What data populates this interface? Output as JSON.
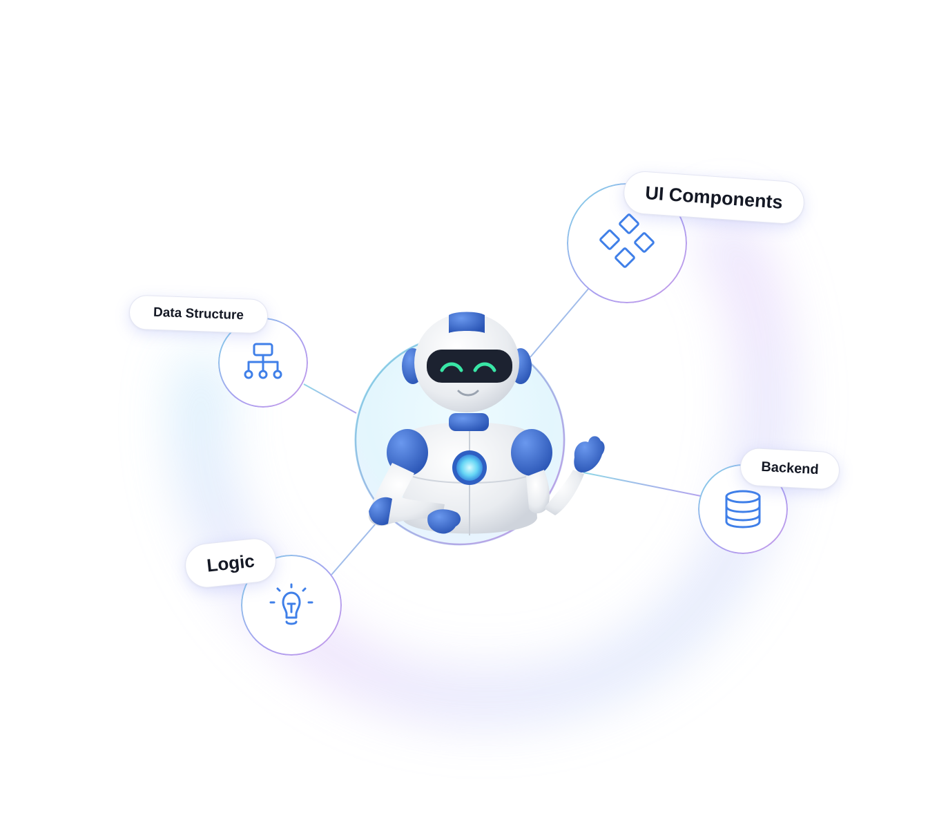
{
  "center": {
    "name": "robot-mascot"
  },
  "nodes": [
    {
      "id": "ui-components",
      "label": "UI Components",
      "icon": "grid-squares-icon"
    },
    {
      "id": "data-structure",
      "label": "Data Structure",
      "icon": "hierarchy-tree-icon"
    },
    {
      "id": "backend",
      "label": "Backend",
      "icon": "database-icon"
    },
    {
      "id": "logic",
      "label": "Logic",
      "icon": "lightbulb-icon"
    }
  ],
  "colors": {
    "accent": "#3b82f6",
    "icon_stroke": "#3f7fe8",
    "robot_blue": "#3566c9",
    "robot_white": "#eef0f3",
    "visor": "#1c2230",
    "eyes": "#39e6a6",
    "ring_start": "#7ed4e6",
    "ring_end": "#c79be8"
  }
}
